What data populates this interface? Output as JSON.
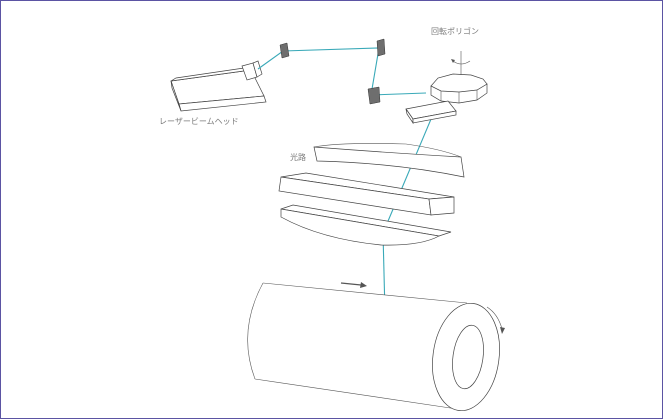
{
  "labels": {
    "polygon": "回転ポリゴン",
    "laser_head": "レーザービームヘッド",
    "optical_path": "光路"
  },
  "colors": {
    "frame": "#5b54a3",
    "beam": "#39a9b8",
    "line": "#444444",
    "label": "#7a7a7a"
  }
}
